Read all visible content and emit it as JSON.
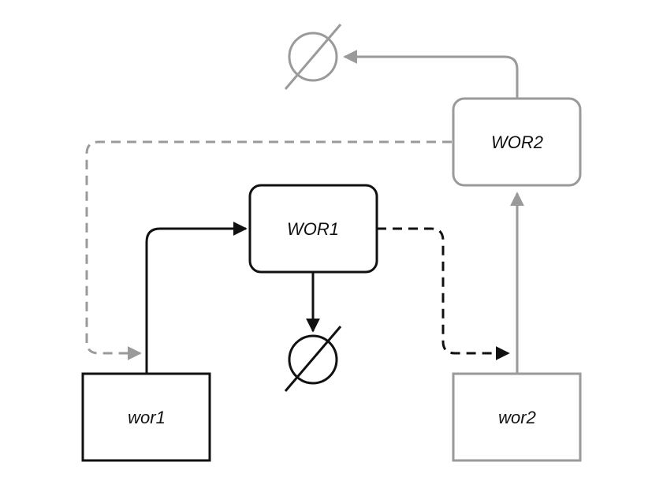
{
  "nodes": {
    "WOR1": {
      "label": "WOR1"
    },
    "WOR2": {
      "label": "WOR2"
    },
    "wor1": {
      "label": "wor1"
    },
    "wor2": {
      "label": "wor2"
    }
  },
  "colors": {
    "active": "#111111",
    "inactive": "#9a9a9a",
    "background": "#ffffff"
  },
  "edges": [
    {
      "from": "wor1",
      "to": "WOR1",
      "style": "solid",
      "color": "active"
    },
    {
      "from": "WOR1",
      "to": "null-degradation",
      "style": "solid",
      "color": "active"
    },
    {
      "from": "WOR1",
      "to": "wor2",
      "style": "dashed",
      "color": "active"
    },
    {
      "from": "wor2",
      "to": "WOR2",
      "style": "solid",
      "color": "inactive"
    },
    {
      "from": "WOR2",
      "to": "null-degradation",
      "style": "solid",
      "color": "inactive"
    },
    {
      "from": "WOR2",
      "to": "wor1",
      "style": "dashed",
      "color": "inactive"
    }
  ],
  "symbols": {
    "degradation": "empty-set-icon"
  }
}
